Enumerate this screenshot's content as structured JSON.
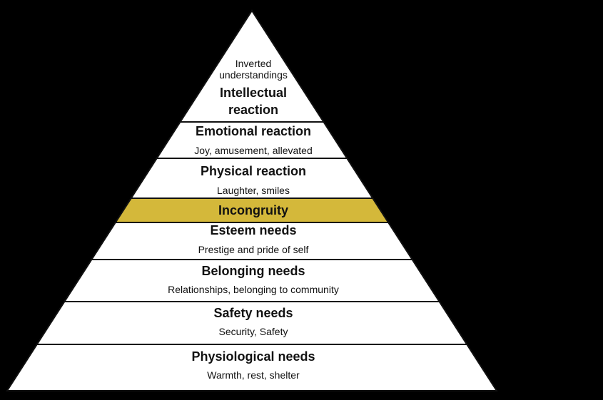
{
  "pyramid": {
    "colors": {
      "background": "#000000",
      "tier_fill": "#ffffff",
      "highlight_fill": "#d4b83a",
      "border": "#111111"
    },
    "tiers": [
      {
        "id": "intellectual",
        "subtitle_above": "Inverted understandings",
        "title": "Intellectual reaction"
      },
      {
        "id": "emotional",
        "title": "Emotional reaction",
        "subtitle": "Joy, amusement, allevated"
      },
      {
        "id": "physical",
        "title": "Physical reaction",
        "subtitle": "Laughter, smiles"
      },
      {
        "id": "incongruity",
        "title": "Incongruity",
        "highlighted": true
      },
      {
        "id": "esteem",
        "title": "Esteem needs",
        "subtitle": "Prestige and pride of self"
      },
      {
        "id": "belonging",
        "title": "Belonging needs",
        "subtitle": "Relationships, belonging to community"
      },
      {
        "id": "safety",
        "title": "Safety needs",
        "subtitle": "Security, Safety"
      },
      {
        "id": "physiological",
        "title": "Physiological needs",
        "subtitle": "Warmth, rest, shelter"
      }
    ]
  }
}
